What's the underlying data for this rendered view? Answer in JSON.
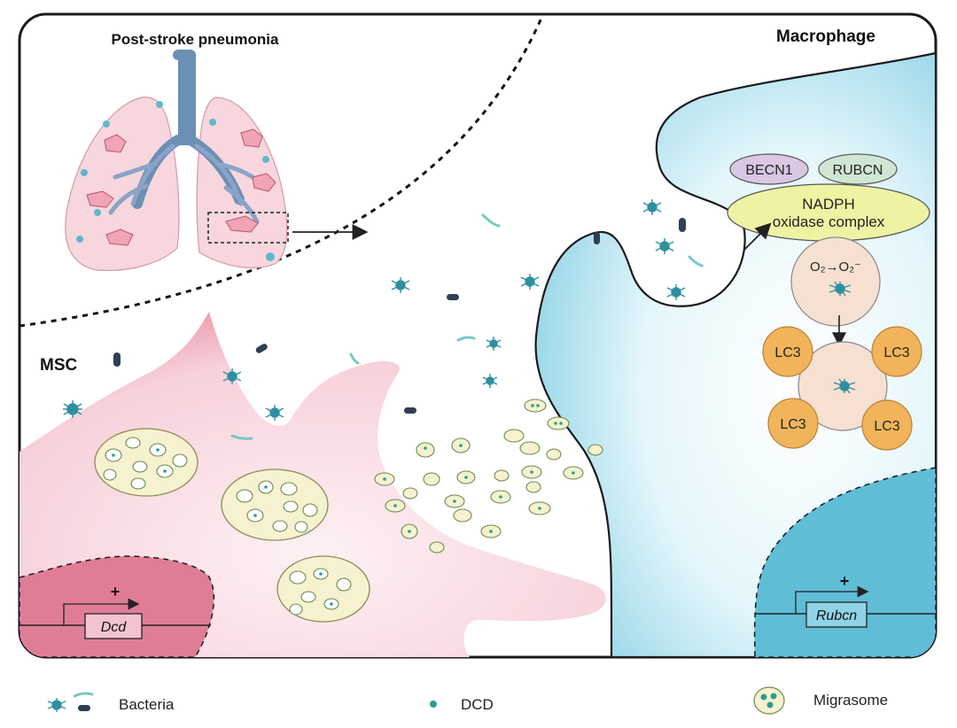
{
  "panel_title_left": "Post-stroke pneumonia",
  "panel_title_right": "Macrophage",
  "cell_left_label": "MSC",
  "gene_left": "Dcd",
  "gene_left_sign": "+",
  "gene_right": "Rubcn",
  "gene_right_sign": "+",
  "complex": {
    "becn1": "BECN1",
    "rubcn": "RUBCN",
    "nadph_line1": "NADPH",
    "nadph_line2": "oxidase complex"
  },
  "ros_label": "O₂→O₂⁻",
  "lc3": [
    "LC3",
    "LC3",
    "LC3",
    "LC3"
  ],
  "legend": {
    "bacteria": "Bacteria",
    "dcd": "DCD",
    "migrasome": "Migrasome"
  },
  "colors": {
    "msc_pink": "#e8889d",
    "macrophage_blue": "#8fd3e6",
    "nucleus_blue": "#5fbdd6",
    "migrasome_fill": "#f6f1cf",
    "dcd_dot": "#2a9d8f",
    "lc3": "#f2b45a",
    "becn1": "#d9c7e4",
    "rubcn": "#cfe6d3",
    "nadph": "#eef2a3",
    "bacteria": "#2f8fa0"
  }
}
